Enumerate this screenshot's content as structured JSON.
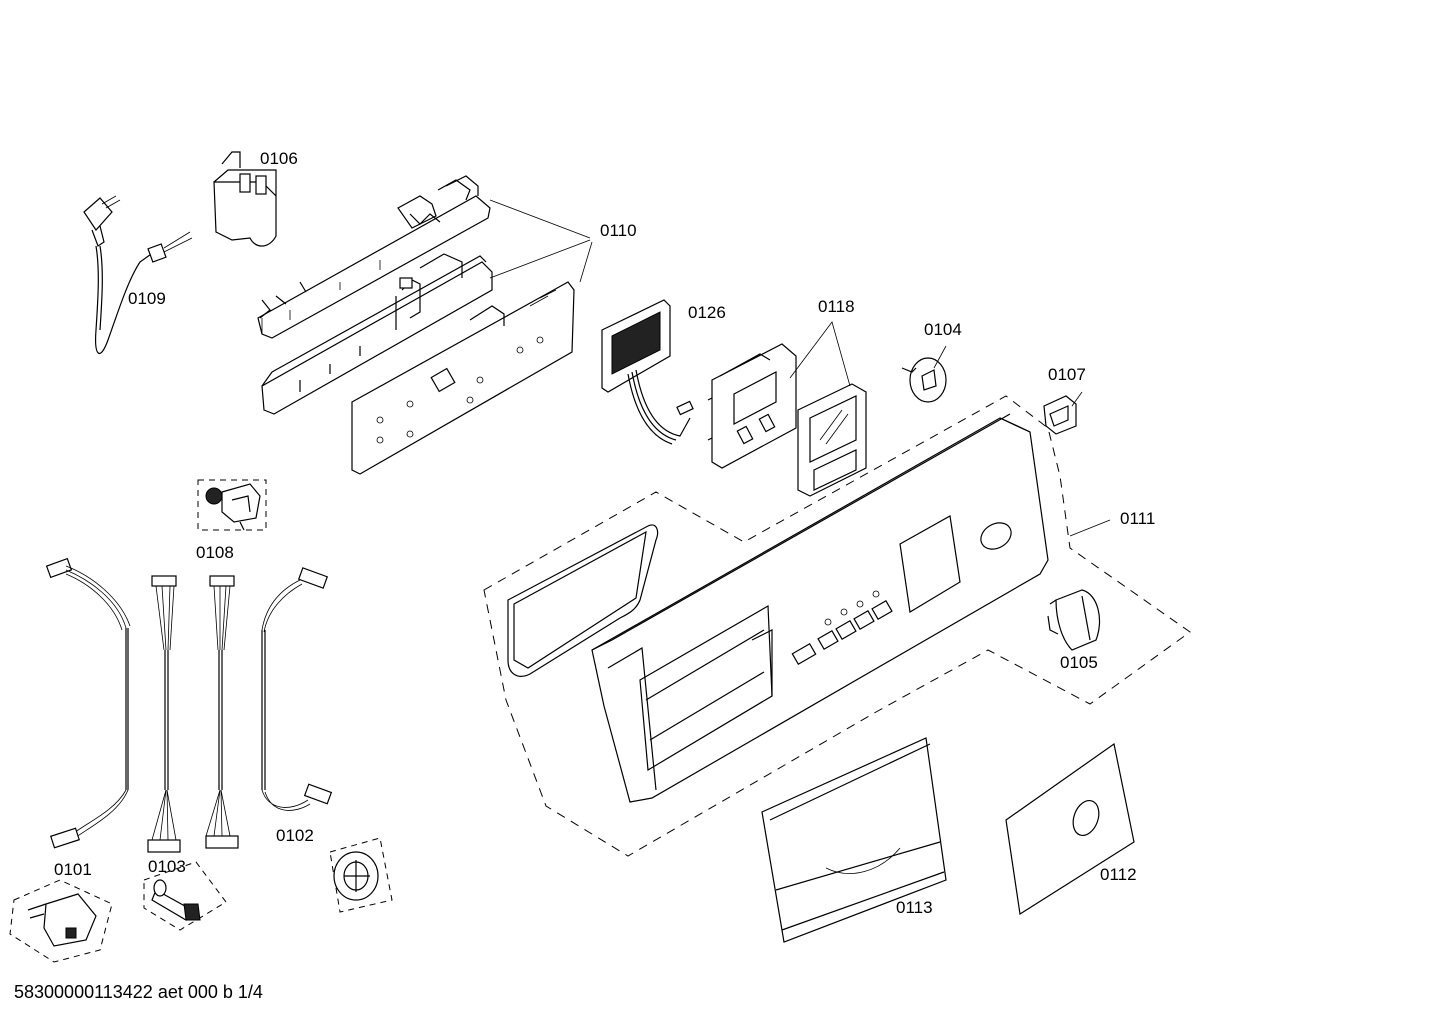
{
  "parts": [
    {
      "id": "0106",
      "label": "0106"
    },
    {
      "id": "0110",
      "label": "0110"
    },
    {
      "id": "0109",
      "label": "0109"
    },
    {
      "id": "0126",
      "label": "0126"
    },
    {
      "id": "0118",
      "label": "0118"
    },
    {
      "id": "0104",
      "label": "0104"
    },
    {
      "id": "0107",
      "label": "0107"
    },
    {
      "id": "0111",
      "label": "0111"
    },
    {
      "id": "0108",
      "label": "0108"
    },
    {
      "id": "0105",
      "label": "0105"
    },
    {
      "id": "0101",
      "label": "0101"
    },
    {
      "id": "0103",
      "label": "0103"
    },
    {
      "id": "0102",
      "label": "0102"
    },
    {
      "id": "0113",
      "label": "0113"
    },
    {
      "id": "0112",
      "label": "0112"
    }
  ],
  "footer": {
    "text": "58300000113422 aet 000 b 1/4"
  }
}
